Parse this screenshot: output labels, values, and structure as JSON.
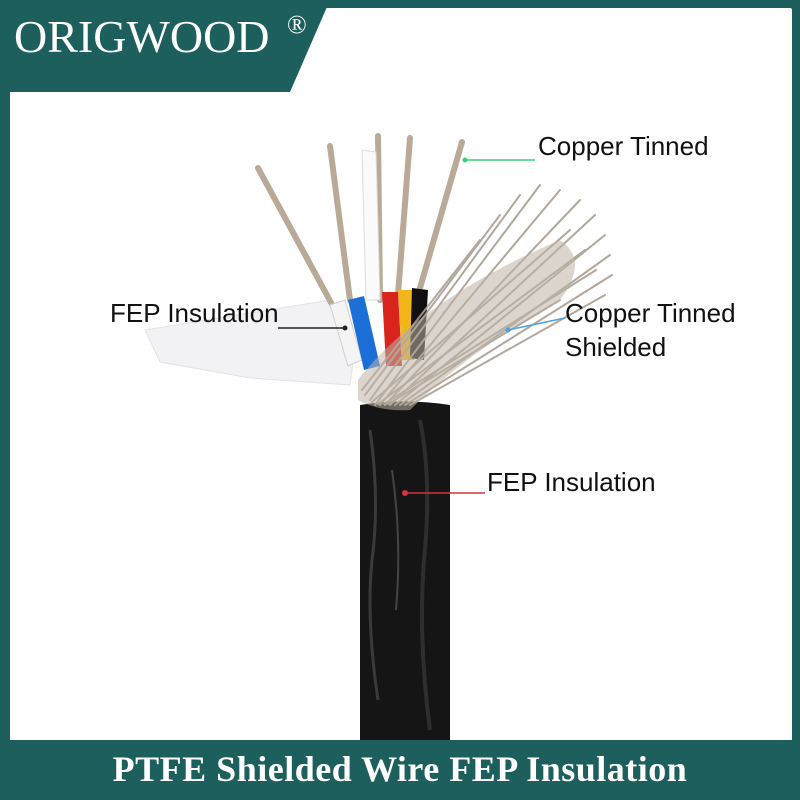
{
  "brand": {
    "name": "ORIGWOOD",
    "mark": "®"
  },
  "callouts": {
    "copper_tinned": "Copper Tinned",
    "fep_insulation_inner": "FEP Insulation",
    "copper_tinned_shielded_line1": "Copper Tinned",
    "copper_tinned_shielded_line2": "Shielded",
    "fep_insulation_outer": "FEP Insulation"
  },
  "footer": {
    "title": "PTFE Shielded Wire FEP Insulation"
  },
  "colors": {
    "frame": "#1c5f5c",
    "callout_copper": "#39d27c",
    "callout_shield": "#4aa3e8",
    "callout_outer": "#d8323a",
    "callout_inner": "#222222"
  }
}
